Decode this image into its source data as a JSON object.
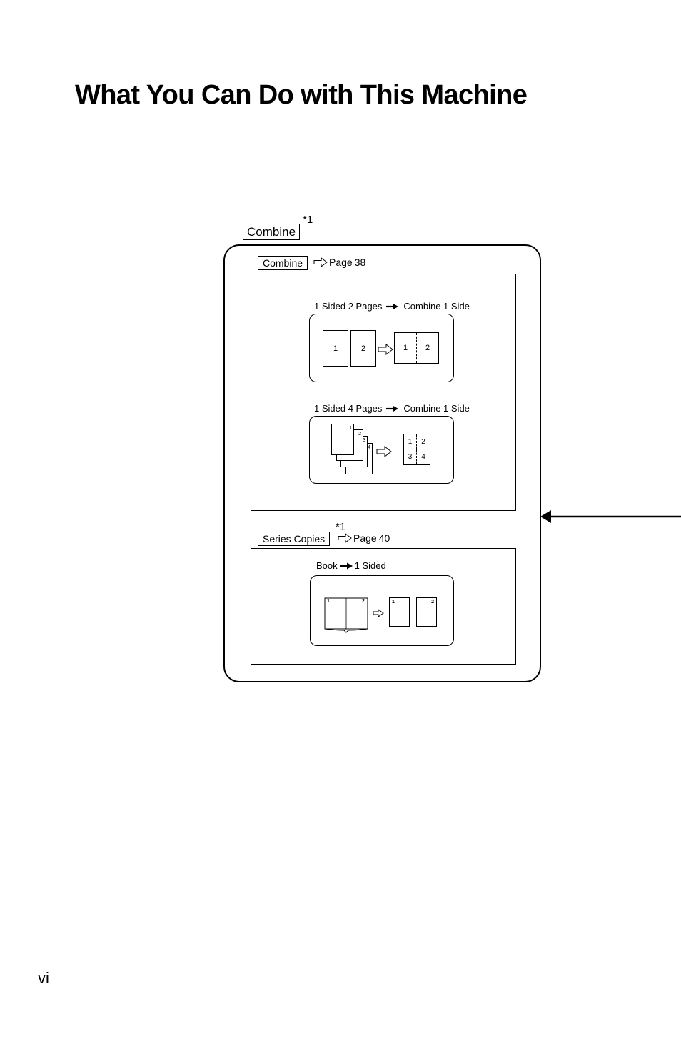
{
  "page": {
    "title": "What You Can Do with This Machine",
    "page_number": "vi"
  },
  "combine_feature": {
    "label": "Combine",
    "footnote": "*1"
  },
  "combine_section": {
    "label": "Combine",
    "ref_word": "Page",
    "ref_page": "38",
    "examples": [
      {
        "source": "1 Sided 2 Pages",
        "result": "Combine 1 Side",
        "originals": [
          "1",
          "2"
        ],
        "copy": [
          "1",
          "2"
        ]
      },
      {
        "source": "1 Sided 4 Pages",
        "result": "Combine 1 Side",
        "originals": [
          "1",
          "2",
          "3",
          "4"
        ],
        "copy": [
          "1",
          "2",
          "3",
          "4"
        ]
      }
    ]
  },
  "series_section": {
    "label": "Series Copies",
    "footnote": "*1",
    "ref_word": "Page",
    "ref_page": "40",
    "example": {
      "source": "Book",
      "result": "1 Sided",
      "book_pages": [
        "1",
        "2"
      ],
      "copies": [
        "1",
        "2"
      ]
    }
  }
}
